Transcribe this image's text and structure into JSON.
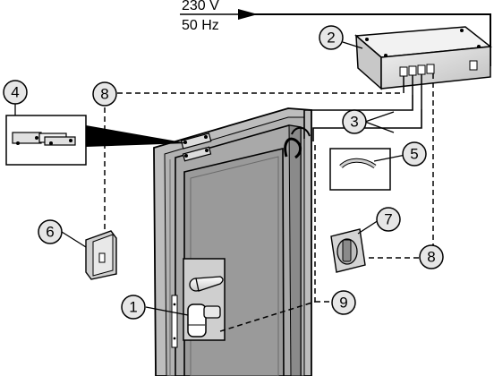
{
  "power_supply": {
    "voltage_label": "230 V",
    "frequency_label": "50 Hz"
  },
  "callouts": [
    "1",
    "2",
    "3",
    "4",
    "5",
    "6",
    "7",
    "8",
    "8",
    "9"
  ],
  "colors": {
    "line": "#000000",
    "door_frame": "#bdbdbd",
    "door_leaf": "#a9a9a9",
    "door_panel": "#9a9a9a",
    "door_edge": "#7f7f7f",
    "device_fill": "#d9d9d9",
    "callout_fill": "#e6e6e6",
    "background": "#ffffff"
  }
}
